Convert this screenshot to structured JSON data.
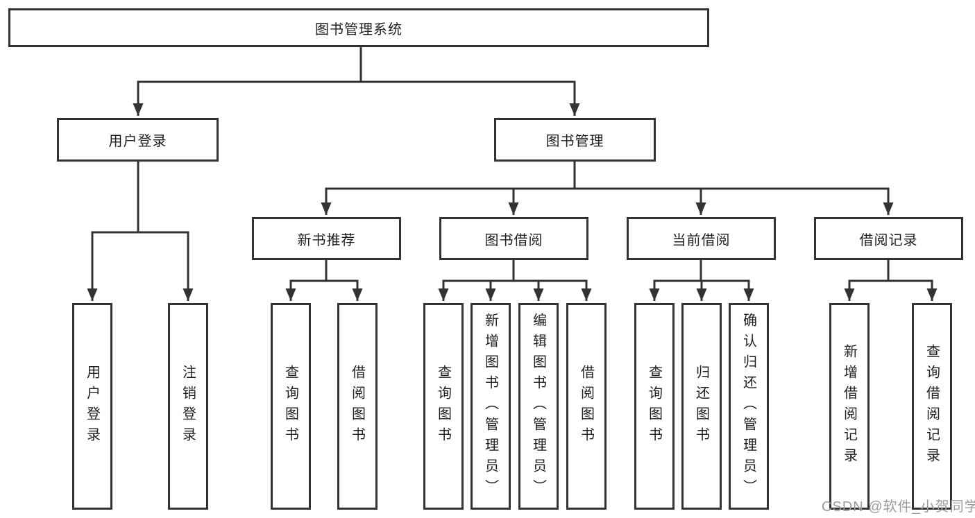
{
  "colors": {
    "line": "#333333",
    "box_border": "#333333",
    "box_fill": "#ffffff",
    "text": "#1f1f1f",
    "watermark": "#9c9c9c",
    "background": "#ffffff"
  },
  "tree": {
    "root": "图书管理系统",
    "left_branch": {
      "label": "用户登录",
      "children": [
        "用户登录",
        "注销登录"
      ]
    },
    "right_branch": {
      "label": "图书管理",
      "groups": [
        {
          "label": "新书推荐",
          "children": [
            "查询图书",
            "借阅图书"
          ]
        },
        {
          "label": "图书借阅",
          "children": [
            "查询图书",
            "新增图书（管理员）",
            "编辑图书（管理员）",
            "借阅图书"
          ]
        },
        {
          "label": "当前借阅",
          "children": [
            "查询图书",
            "归还图书",
            "确认归还（管理员）"
          ]
        },
        {
          "label": "借阅记录",
          "children": [
            "新增借阅记录",
            "查询借阅记录"
          ]
        }
      ]
    }
  },
  "watermark": "CSDN @软件_小贺同学"
}
